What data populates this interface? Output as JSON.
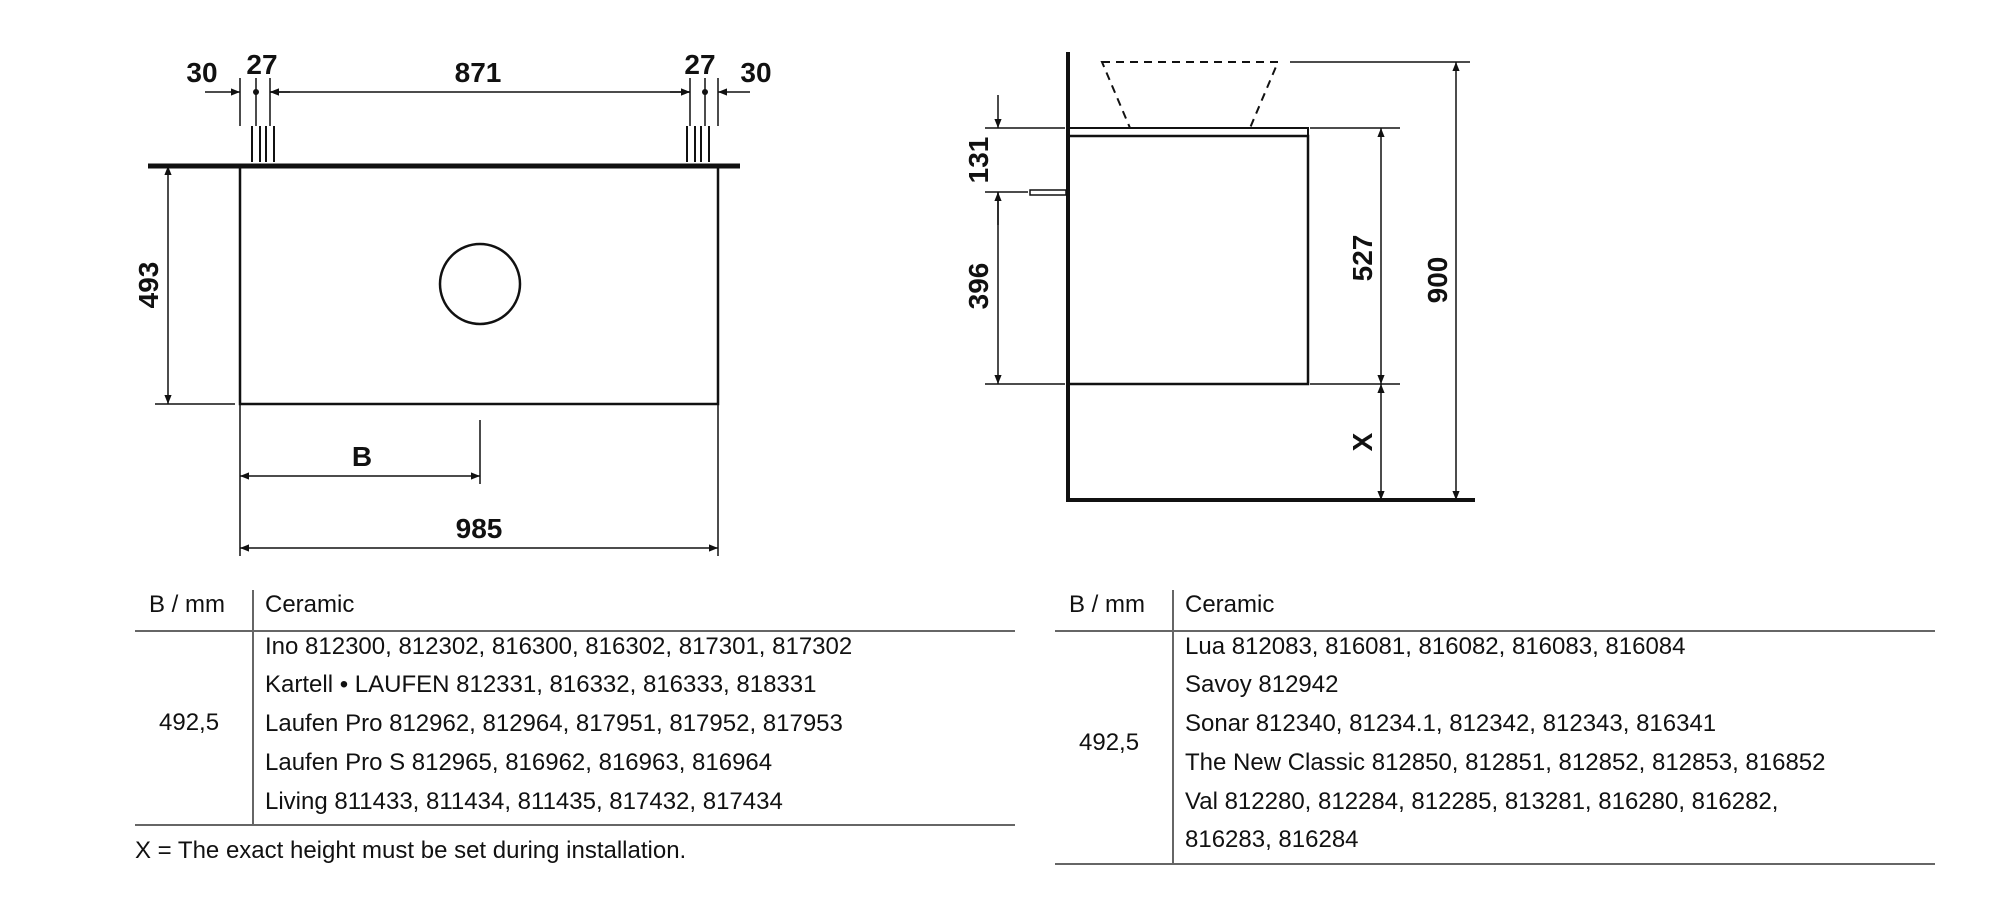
{
  "front_view": {
    "dim_left_margin": "30",
    "dim_left_tap": "27",
    "dim_between_taps": "871",
    "dim_right_tap": "27",
    "dim_right_margin": "30",
    "dim_depth": "493",
    "dim_b": "B",
    "dim_width": "985"
  },
  "side_view": {
    "dim_top": "131",
    "dim_mid": "396",
    "dim_cabinet": "527",
    "dim_total": "900",
    "dim_x": "X"
  },
  "table_left": {
    "header_b": "B / mm",
    "header_ceramic": "Ceramic",
    "b_value": "492,5",
    "rows": [
      "Ino 812300, 812302, 816300, 816302, 817301, 817302",
      "Kartell • LAUFEN 812331, 816332, 816333, 818331",
      "Laufen Pro 812962, 812964, 817951, 817952, 817953",
      "Laufen Pro S 812965, 816962, 816963, 816964",
      "Living 811433, 811434, 811435, 817432, 817434"
    ]
  },
  "note": "X = The exact height must be set during installation.",
  "table_right": {
    "header_b": "B / mm",
    "header_ceramic": "Ceramic",
    "b_value": "492,5",
    "rows": [
      "Lua 812083, 816081, 816082, 816083, 816084",
      "Savoy 812942",
      "Sonar 812340, 81234.1, 812342, 812343, 816341",
      "The New Classic 812850, 812851, 812852, 812853, 816852",
      "Val 812280, 812284, 812285, 813281, 816280, 816282,",
      "816283, 816284"
    ]
  }
}
